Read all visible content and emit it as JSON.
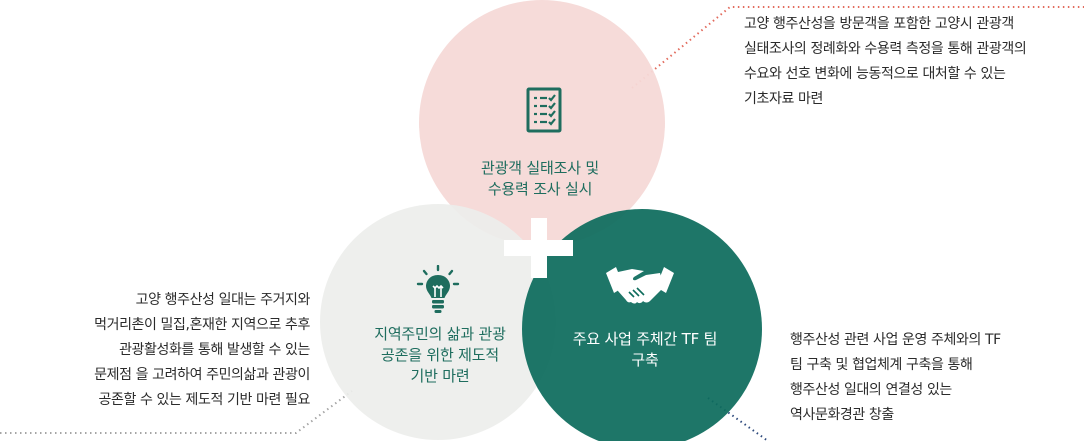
{
  "colors": {
    "top_circle": "#f6d9d7",
    "left_circle": "#eeeeec",
    "right_circle": "#0d6c5c",
    "plus": "#ffffff",
    "icon_green": "#1e6d5e",
    "dotted_red": "#e26b5d",
    "dotted_gray": "#a5a5a5",
    "dotted_navy": "#2e4a7d"
  },
  "circles": {
    "top": {
      "icon": "checklist-icon",
      "label_line1": "관광객 실태조사 및",
      "label_line2": "수용력 조사 실시"
    },
    "left": {
      "icon": "lightbulb-icon",
      "label_line1": "지역주민의 삶과 관광",
      "label_line2": "공존을 위한 제도적",
      "label_line3": "기반 마련"
    },
    "right": {
      "icon": "handshake-icon",
      "label_line1": "주요 사업 주체간 TF 팀",
      "label_line2": "구축"
    }
  },
  "descriptions": {
    "top": {
      "line1": "고양 행주산성을 방문객을 포함한  고양시 관광객",
      "line2": "실태조사의 정례화와 수용력 측정을 통해 관광객의",
      "line3": "수요와 선호 변화에 능동적으로 대처할 수 있는",
      "line4": "기초자료 마련"
    },
    "left": {
      "line1": "고양 행주산성 일대는 주거지와",
      "line2": "먹거리촌이 밀집,혼재한 지역으로 추후",
      "line3": "관광활성화를 통해 발생할 수 있는",
      "line4": "문제점 을 고려하여 주민의삶과 관광이",
      "line5": "공존할 수 있는 제도적 기반 마련 필요"
    },
    "right": {
      "line1": "행주산성 관련 사업 운영 주체와의 TF",
      "line2": "팀 구축 및 협업체계 구축을 통해",
      "line3": "행주산성 일대의 연결성 있는",
      "line4": "역사문화경관 창출"
    }
  }
}
